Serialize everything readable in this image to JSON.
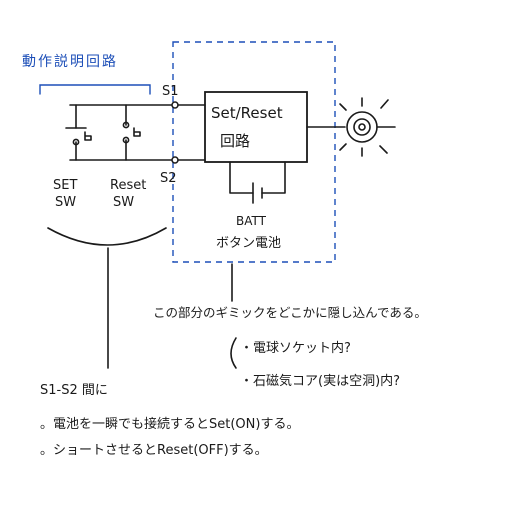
{
  "diagram": {
    "title": "動作説明回路",
    "terminals": {
      "s1": "S1",
      "s2": "S2"
    },
    "switches": {
      "set": {
        "line1": "SET",
        "line2": "SW"
      },
      "reset": {
        "line1": "Reset",
        "line2": "SW"
      }
    },
    "box": {
      "line1": "Set/Reset",
      "line2": "回路"
    },
    "battery": {
      "line1": "BATT",
      "line2": "ボタン電池"
    },
    "hide_note": "この部分のギミックをどこかに隠し込んである。",
    "hide_options": [
      "・電球ソケット内?",
      "・石磁気コア(実は空洞)内?"
    ],
    "explanation": {
      "heading": "S1-S2 間に",
      "items": [
        "。電池を一瞬でも接続するとSet(ON)する。",
        "。ショートさせるとReset(OFF)する。"
      ]
    },
    "colors": {
      "ink": "#1a1a1a",
      "accent": "#1d4fb8"
    }
  }
}
